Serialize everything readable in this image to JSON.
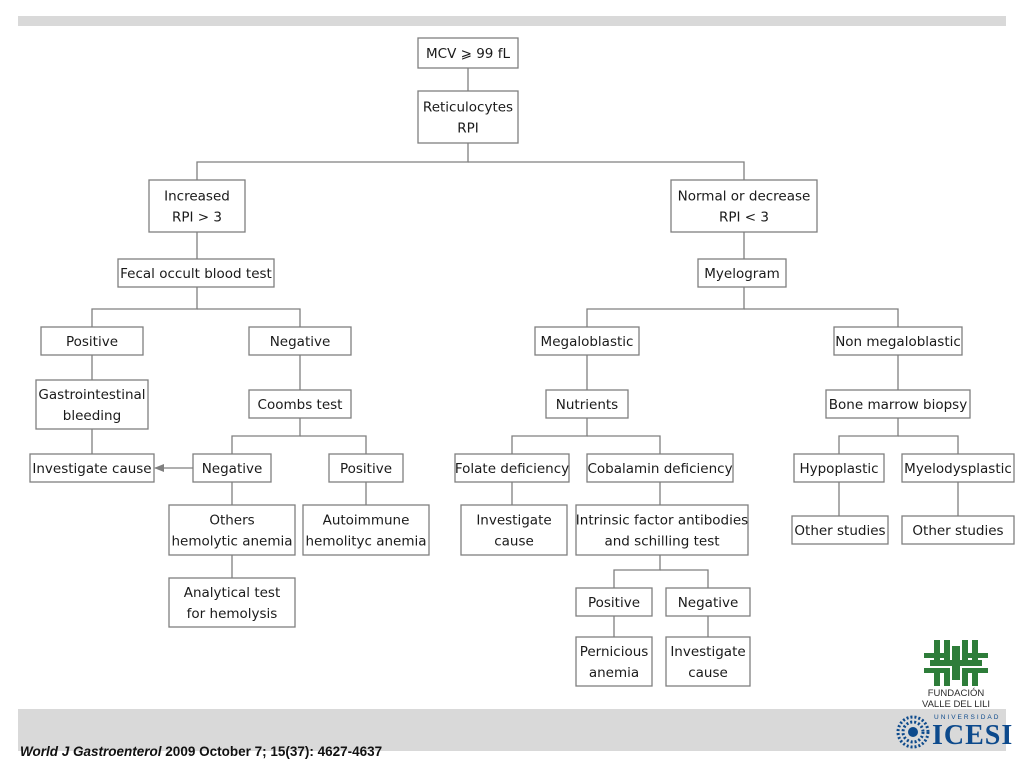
{
  "nodes": {
    "mcv": [
      "MCV ⩾ 99 fL"
    ],
    "retic": [
      "Reticulocytes",
      "RPI"
    ],
    "increased": [
      "Increased",
      "RPI > 3"
    ],
    "normal": [
      "Normal or decrease",
      "RPI < 3"
    ],
    "fobt": [
      "Fecal occult blood test"
    ],
    "myelogram": [
      "Myelogram"
    ],
    "positive1": [
      "Positive"
    ],
    "negative1": [
      "Negative"
    ],
    "megaloblastic": [
      "Megaloblastic"
    ],
    "nonmega": [
      "Non megaloblastic"
    ],
    "gi": [
      "Gastrointestinal",
      "bleeding"
    ],
    "coombs": [
      "Coombs test"
    ],
    "nutrients": [
      "Nutrients"
    ],
    "bmb": [
      "Bone marrow biopsy"
    ],
    "invcause1": [
      "Investigate cause"
    ],
    "negative2": [
      "Negative"
    ],
    "positive2": [
      "Positive"
    ],
    "folate": [
      "Folate deficiency"
    ],
    "cobalamin": [
      "Cobalamin deficiency"
    ],
    "hypo": [
      "Hypoplastic"
    ],
    "myelodys": [
      "Myelodysplastic"
    ],
    "others_hemo": [
      "Others",
      "hemolytic anemia"
    ],
    "autoimmune": [
      "Autoimmune",
      "hemolityc anemia"
    ],
    "invcause2": [
      "Investigate",
      "cause"
    ],
    "intrinsic": [
      "Intrinsic factor antibodies",
      "and schilling test"
    ],
    "other1": [
      "Other studies"
    ],
    "other2": [
      "Other studies"
    ],
    "analytical": [
      "Analytical test",
      "for hemolysis"
    ],
    "positive3": [
      "Positive"
    ],
    "negative3": [
      "Negative"
    ],
    "pernicious": [
      "Pernicious",
      "anemia"
    ],
    "invcause3": [
      "Investigate",
      "cause"
    ]
  },
  "citation": {
    "journal": "World J Gastroenterol",
    "rest": "2009 October 7; 15(37): 4627-4637"
  },
  "logos": {
    "fundacion": {
      "line1": "FUNDACIÓN",
      "line2": "VALLE DEL LILI",
      "color": "#2e7d3a"
    },
    "icesi": {
      "label": "UNIVERSIDAD",
      "name": "ICESI",
      "color": "#0d4a8c"
    }
  }
}
